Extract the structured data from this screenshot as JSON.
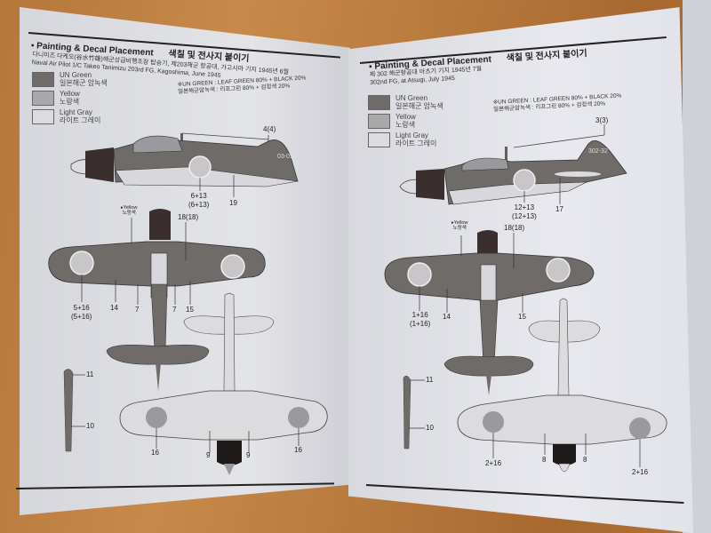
{
  "document": {
    "type": "model kit instruction booklet",
    "colors": {
      "un_green": "#6e6b68",
      "yellow": "#a9a8ab",
      "light_gray": "#dcdcdf",
      "dark_engine": "#3a2f2e",
      "line": "#222222"
    }
  },
  "left_page": {
    "header": {
      "title_en": "▪ Painting & Decal Placement",
      "title_kr": "색칠 및 전사지 붙이기"
    },
    "subtitle_kr": "다니미즈 다케오(谷水竹雄)해군상급비행조장 탑승기, 제203해군 항공대, 가고시마 기지 1945년 6월",
    "subtitle_en": "Naval Air Pilot 1/C Takeo Tanimizu 203rd FG, Kagoshima, June 1945",
    "legend": [
      {
        "en": "UN Green",
        "kr": "일본해군 암녹색",
        "color": "#6e6b68"
      },
      {
        "en": "Yellow",
        "kr": "노랑색",
        "color": "#a9a8ab"
      },
      {
        "en": "Light Gray",
        "kr": "라이트 그레이",
        "color": "#dcdcdf"
      }
    ],
    "note_en": "※UN GREEN : LEAF GREEN 80% + BLACK 20%",
    "note_kr": "일본해군암녹색 : 리프그린 80% + 검정색 20%",
    "tail_code": "03-09",
    "callouts": {
      "side_tail": "4(4)",
      "side_hinomaru_a": "6+13",
      "side_hinomaru_b": "(6+13)",
      "side_fuselage": "19",
      "top_yellow_en": "▸Yellow",
      "top_yellow_kr": "노랑색",
      "top_antenna": "18(18)",
      "top_wing_a": "5+16",
      "top_wing_b": "(5+16)",
      "top_14": "14",
      "top_7a": "7",
      "top_7b": "7",
      "top_15": "15",
      "prop_11": "11",
      "prop_10": "10",
      "bottom_16a": "16",
      "bottom_9a": "9",
      "bottom_9b": "9",
      "bottom_16b": "16"
    }
  },
  "right_page": {
    "header": {
      "title_en": "▪ Painting & Decal Placement",
      "title_kr": "색칠 및 전사지 붙이기"
    },
    "subtitle_kr": "제 302 해군항공대 아츠기 기지 1945년 7월",
    "subtitle_en": "302nd FG, at Atsugi, July 1945",
    "legend": [
      {
        "en": "UN Green",
        "kr": "일본해군 암녹색",
        "color": "#6e6b68"
      },
      {
        "en": "Yellow",
        "kr": "노랑색",
        "color": "#a9a8ab"
      },
      {
        "en": "Light Gray",
        "kr": "라이트 그레이",
        "color": "#dcdcdf"
      }
    ],
    "note_en": "※UN GREEN : LEAF GREEN 80% + BLACK 20%",
    "note_kr": "일본해군암녹색 : 리프그린 80% + 검정색 20%",
    "tail_code": "302-32",
    "callouts": {
      "side_tail": "3(3)",
      "side_hinomaru_a": "12+13",
      "side_hinomaru_b": "(12+13)",
      "side_fuselage": "17",
      "top_yellow_en": "▸Yellow",
      "top_yellow_kr": "노랑색",
      "top_antenna": "18(18)",
      "top_wing_a": "1+16",
      "top_wing_b": "(1+16)",
      "top_14": "14",
      "top_15": "15",
      "prop_11": "11",
      "prop_10": "10",
      "bottom_2_16a": "2+16",
      "bottom_8a": "8",
      "bottom_8b": "8",
      "bottom_2_16b": "2+16"
    }
  }
}
